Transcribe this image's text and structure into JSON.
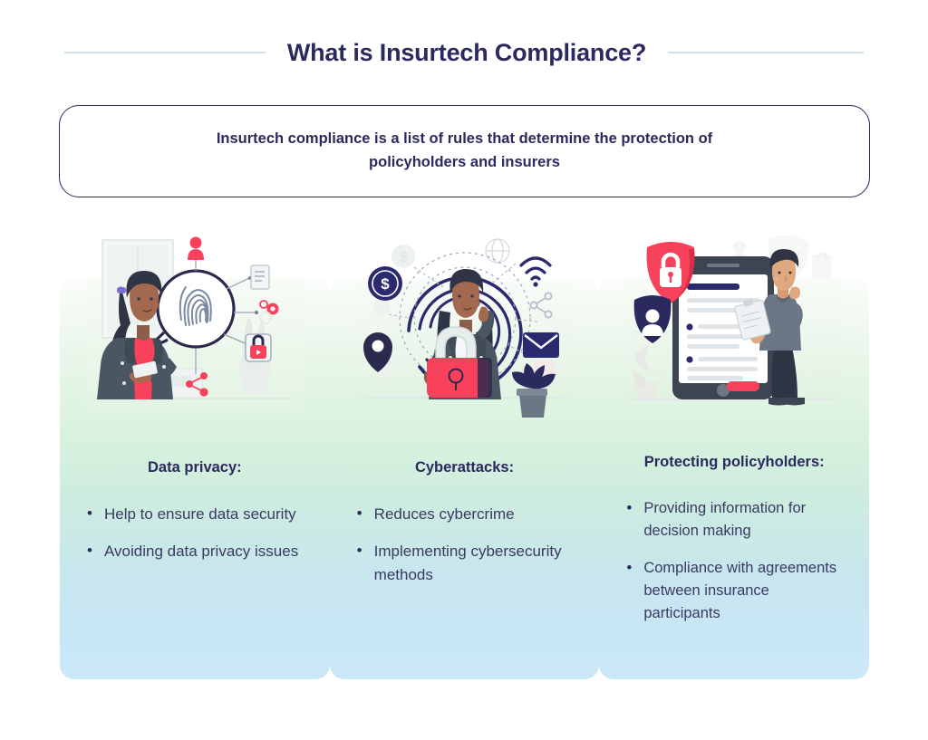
{
  "header": {
    "title": "What is Insurtech Compliance?",
    "rule_color": "#cfe0ea"
  },
  "definition": {
    "text": "Insurtech compliance is a list of rules that determine the protection of policyholders and insurers",
    "border_color": "#2b2a5e"
  },
  "theme": {
    "title_color": "#2b2a5e",
    "body_text_color": "#3a3a63",
    "accent_red": "#f8415a",
    "accent_navy": "#2b2a5e",
    "card_gradient_top": "#fbfdfa",
    "card_gradient_mid": "#d9f2dd",
    "card_gradient_bottom": "#cbe8f8",
    "background": "#ffffff"
  },
  "cards": [
    {
      "id": "data-privacy",
      "illustration": "woman-with-phone-fingerprint-scan",
      "heading": "Data privacy:",
      "bullets": [
        "Help to ensure data security",
        "Avoiding data privacy issues"
      ]
    },
    {
      "id": "cyberattacks",
      "illustration": "woman-holding-padlock-network",
      "heading": "Cyberattacks:",
      "bullets": [
        "Reduces cybercrime",
        "Implementing cybersecurity methods"
      ]
    },
    {
      "id": "protecting-policyholders",
      "illustration": "man-with-tablet-shields",
      "heading": "Protecting policyholders:",
      "bullets": [
        "Providing information for decision making",
        "Compliance with agreements between insurance participants"
      ]
    }
  ]
}
